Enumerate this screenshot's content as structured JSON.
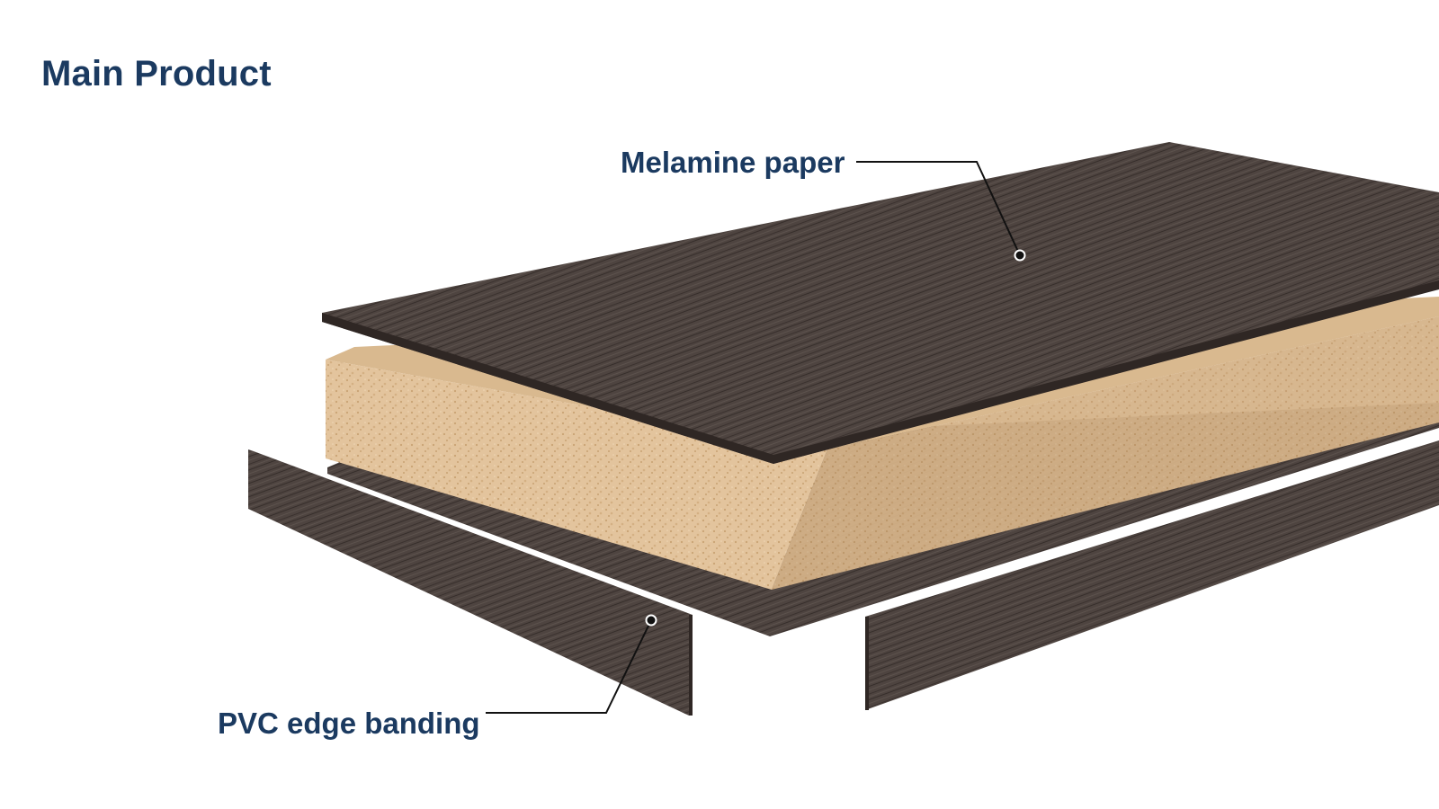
{
  "title": "Main Product",
  "callouts": {
    "top": "Melamine paper",
    "bottom": "PVC edge banding"
  },
  "colors": {
    "heading": "#1b3a60",
    "laminate": "#4e4440",
    "laminate_dark": "#3a312e",
    "particle_board": "#e3c49d",
    "particle_board_shadow": "#c9a374",
    "leader_line": "#111111"
  }
}
